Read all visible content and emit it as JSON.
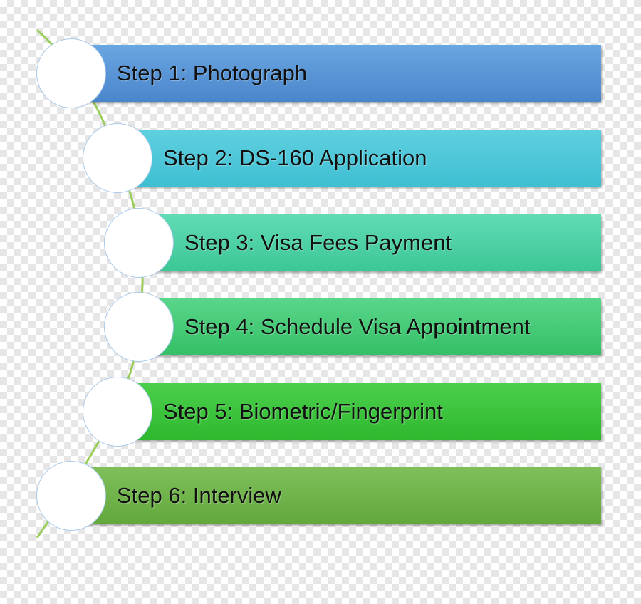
{
  "steps": [
    {
      "label": "Step 1: Photograph"
    },
    {
      "label": "Step 2: DS-160 Application"
    },
    {
      "label": "Step 3: Visa Fees Payment"
    },
    {
      "label": "Step 4: Schedule Visa Appointment"
    },
    {
      "label": "Step 5: Biometric/Fingerprint"
    },
    {
      "label": "Step 6: Interview"
    }
  ],
  "colors": {
    "spine": "#9acd5a",
    "circle_border": "#a9c9ea",
    "step_1": "#5b96d6",
    "step_2": "#4ec8da",
    "step_3": "#4fd2a6",
    "step_4": "#47cb78",
    "step_5": "#3dc33d",
    "step_6": "#70b44b"
  }
}
